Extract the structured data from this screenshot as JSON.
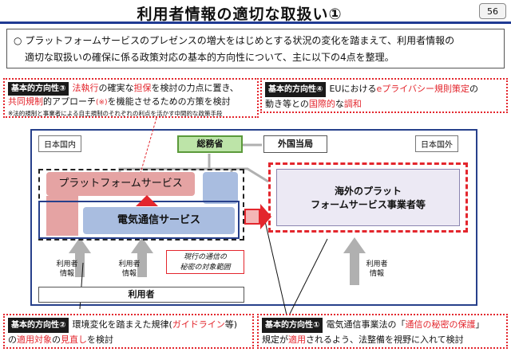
{
  "title": "利用者情報の適切な取扱い①",
  "page_number": "56",
  "summary": {
    "bullet": "○",
    "line1": "プラットフォームサービスのプレゼンスの増大をはじめとする状況の変化を踏まえて、利用者情報の",
    "line2": "適切な取扱いの確保に係る政策対応の基本的方向性について、主に以下の4点を整理。"
  },
  "direction3": {
    "label": "基本的方向性③",
    "text_a": "法執行",
    "text_b": "の確実な",
    "text_c": "担保",
    "text_d": "を検討の力点に置き、",
    "text_e": "共同規制",
    "text_f": "的アプローチ",
    "text_g": "(※)",
    "text_h": "を機能させるための方策を検討",
    "note": "※法的規制と事業者による自主規制のそれぞれの利点を活かす中間的な政策手段"
  },
  "direction4": {
    "label": "基本的方向性④",
    "text_a": "EUにおける",
    "text_b": "eプライバシー規則策定",
    "text_c": "の",
    "text_d": "動き等との",
    "text_e": "国際的",
    "text_f": "な",
    "text_g": "調和"
  },
  "direction2": {
    "label": "基本的方向性②",
    "text_a": "環境変化を踏まえた規律(",
    "text_b": "ガイドライン",
    "text_c": "等)",
    "text_d": "の",
    "text_e": "適用対象",
    "text_f": "の",
    "text_g": "見直し",
    "text_h": "を検討"
  },
  "direction1": {
    "label": "基本的方向性①",
    "text_a": "電気通信事業法の「",
    "text_b": "通信の秘密の保護",
    "text_c": "」",
    "text_d": "規定が",
    "text_e": "適用",
    "text_f": "されるよう、法整備を視野に入れて検討"
  },
  "diagram": {
    "domestic": "日本国内",
    "overseas": "日本国外",
    "ministry": "総務省",
    "foreign_authority": "外国当局",
    "platform_service": "プラットフォームサービス",
    "telecom_service": "電気通信サービス",
    "overseas_operator_l1": "海外のプラット",
    "overseas_operator_l2": "フォームサービス事業者等",
    "user_info_1": "利用者",
    "user_info_2": "情報",
    "users": "利用者",
    "scope_l1": "現行の通信の",
    "scope_l2": "秘密の対象範囲"
  }
}
